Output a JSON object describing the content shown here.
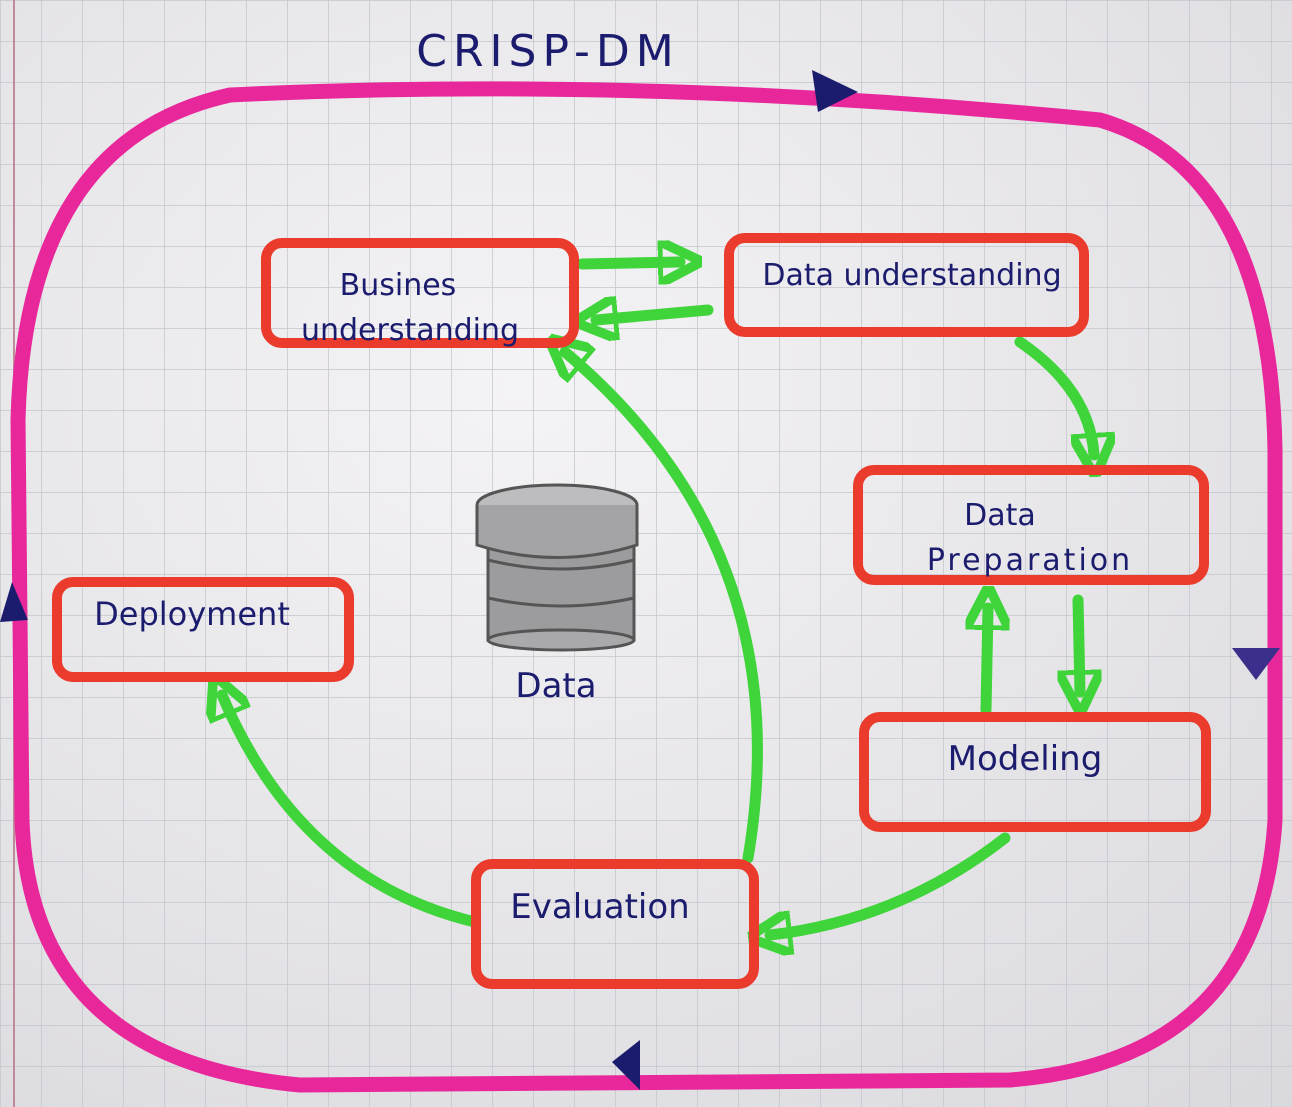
{
  "title": "CRISP-DM",
  "center_label": "Data",
  "colors": {
    "paper": "#ebeaec",
    "grid": "#c4c6cc",
    "cycle": "#e8279a",
    "box": "#ea3b2c",
    "arrow": "#3ed43a",
    "ink": "#1c1c6e"
  },
  "phases": {
    "business": {
      "line1": "Busines",
      "line2": "understanding"
    },
    "data_understanding": {
      "line1": "Data understanding"
    },
    "data_preparation": {
      "line1": "Data",
      "line2": "Preparation"
    },
    "modeling": {
      "line1": "Modeling"
    },
    "evaluation": {
      "line1": "Evaluation"
    },
    "deployment": {
      "line1": "Deployment"
    }
  }
}
